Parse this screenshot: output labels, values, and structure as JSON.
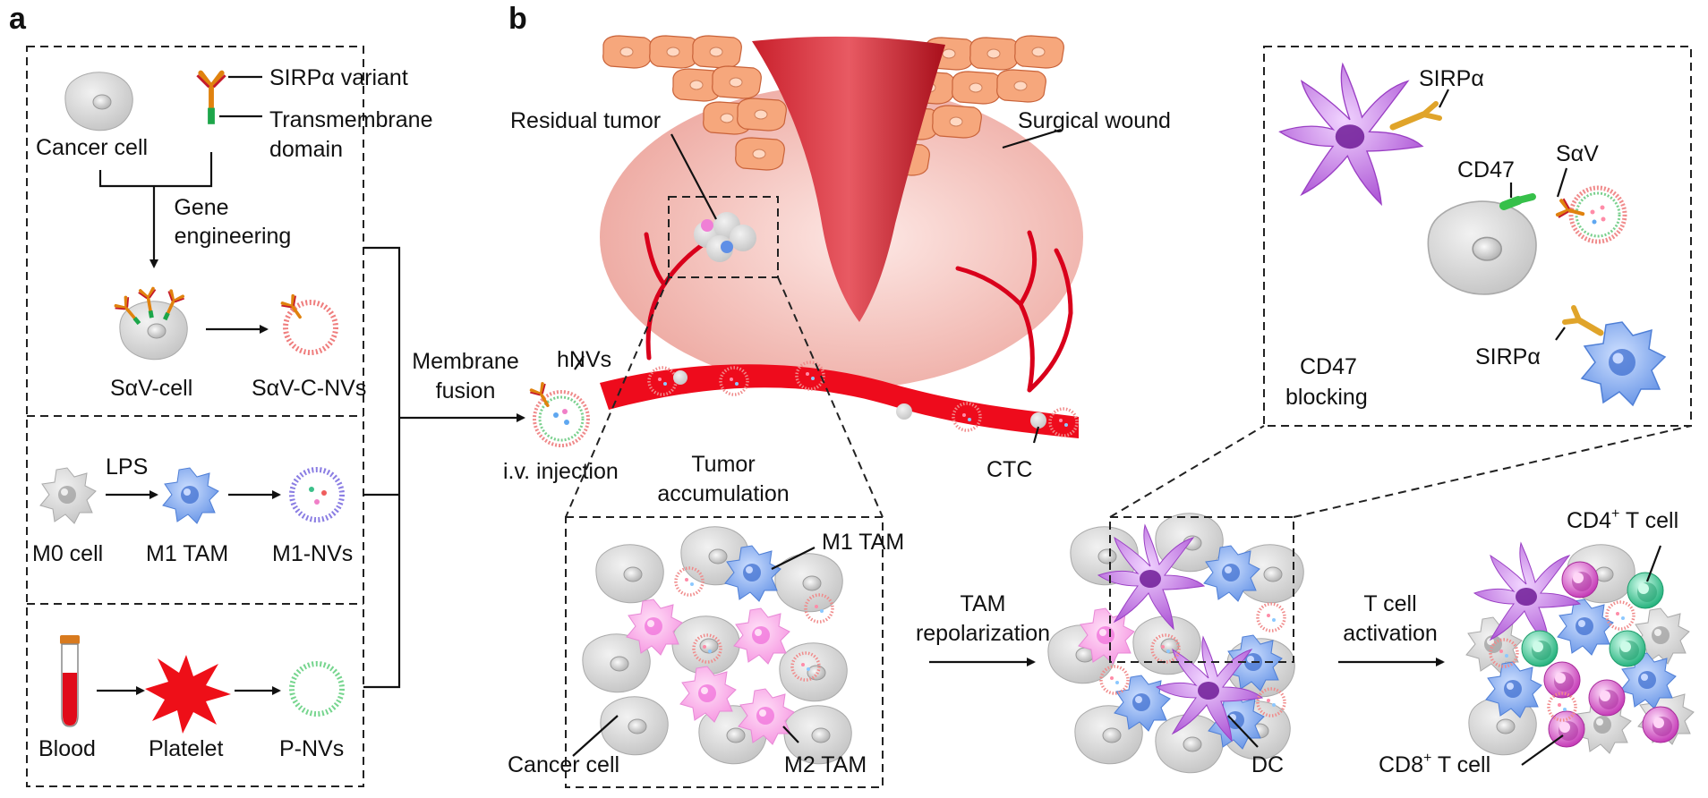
{
  "panels": {
    "a": "a",
    "b": "b"
  },
  "panel_a": {
    "cancer_cell": "Cancer cell",
    "sirpa_variant": "SIRPα variant",
    "transmembrane_1": "Transmembrane",
    "transmembrane_2": "domain",
    "gene_1": "Gene",
    "gene_2": "engineering",
    "sav_cell": "SαV-cell",
    "sav_c_nvs": "SαV-C-NVs",
    "lps": "LPS",
    "m0_cell": "M0 cell",
    "m1_tam": "M1 TAM",
    "m1_nvs": "M1-NVs",
    "blood": "Blood",
    "platelet": "Platelet",
    "p_nvs": "P-NVs"
  },
  "panel_b": {
    "membrane_1": "Membrane",
    "membrane_2": "fusion",
    "hnvs": "hNVs",
    "iv_injection": "i.v. injection",
    "residual_tumor": "Residual tumor",
    "surgical_wound": "Surgical wound",
    "tumor_acc_1": "Tumor",
    "tumor_acc_2": "accumulation",
    "ctc": "CTC",
    "m1_tam": "M1 TAM",
    "m2_tam": "M2 TAM",
    "cancer_cell": "Cancer cell",
    "tam_rep_1": "TAM",
    "tam_rep_2": "repolarization",
    "dc": "DC",
    "t_act_1": "T cell",
    "t_act_2": "activation",
    "cd4": "CD4",
    "cd4_sup": "+",
    "cd4_rest": " T cell",
    "cd8": "CD8",
    "cd8_sup": "+",
    "cd8_rest": " T cell",
    "sirpa_top": "SIRPα",
    "cd47": "CD47",
    "sav": "SαV",
    "sirpa_bottom": "SIRPα",
    "cd47_block_1": "CD47",
    "cd47_block_2": "blocking"
  },
  "colors": {
    "vessel": "#e30b1c",
    "wound": "#b8141f",
    "tumor_bed": "#f2b5ae",
    "m1": "#7aa6ec",
    "m2": "#f7a6e5",
    "dc": "#b564d8",
    "cd4": "#3fc79a",
    "cd8": "#cf55c4",
    "cancer": "#d3d3d3"
  }
}
